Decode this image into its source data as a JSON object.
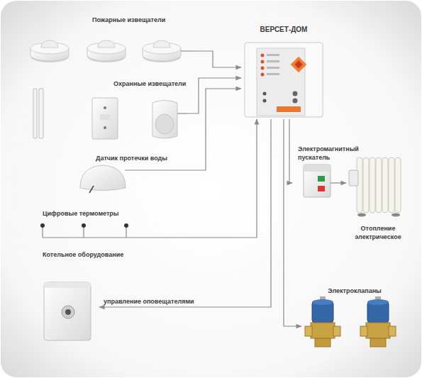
{
  "diagram": {
    "nodes": [
      {
        "text": [
          "Пожарные извещатели"
        ]
      },
      {
        "text": [
          "Охранные извещатели"
        ]
      },
      {
        "text": [
          "Датчик протечки воды"
        ]
      },
      {
        "text": [
          "Цифровые термометры"
        ]
      },
      {
        "text": [
          "ВЕРСЕТ-ДОМ"
        ]
      },
      {
        "text": [
          "Электромагнитный пускатель"
        ]
      },
      {
        "text": [
          "Отопление электрическое"
        ]
      },
      {
        "text": [
          "Котельное оборудование"
        ]
      },
      {
        "text": [
          "Электроклапаны"
        ]
      }
    ],
    "edges": [
      {
        "from": 0,
        "to": 4,
        "arrow": "to"
      },
      {
        "from": 1,
        "to": 4,
        "arrow": "to"
      },
      {
        "from": 2,
        "to": 4,
        "arrow": "to"
      },
      {
        "from": 3,
        "to": 4,
        "arrow": "to"
      },
      {
        "from": 4,
        "to": 7,
        "label": "управление оповещателями",
        "arrow": "to"
      },
      {
        "from": 4,
        "to": 5,
        "arrow": "to"
      },
      {
        "from": 5,
        "to": 6,
        "arrow": "to"
      },
      {
        "from": 4,
        "to": 8,
        "arrow": "to"
      }
    ]
  }
}
